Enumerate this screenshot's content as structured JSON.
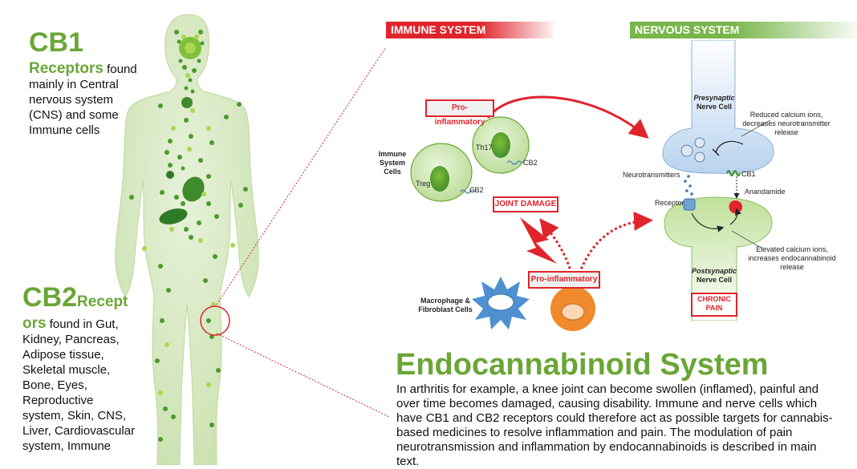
{
  "cb1": {
    "title": "CB1",
    "lead": "Receptors",
    "text": " found mainly in Central nervous system (CNS) and some Immune cells"
  },
  "cb2": {
    "title": "CB2",
    "title_suffix": "Recept",
    "lead": "ors",
    "text": " found in Gut, Kidney, Pancreas, Adipose tissue, Skeletal muscle, Bone, Eyes, Reproductive system, Skin, CNS, Liver, Cardiovascular system, Immune"
  },
  "banners": {
    "immune": "IMMUNE SYSTEM",
    "nervous": "NERVOUS SYSTEM"
  },
  "immune": {
    "pro_inflammatory_top": "Pro-inflammatory",
    "th17": "Th17",
    "cb2_top": "CB2",
    "immune_cells": "Immune System Cells",
    "treg": "Treg",
    "cb2_bottom": "CB2",
    "joint_damage": "JOINT DAMAGE",
    "pro_inflammatory_bottom": "Pro-inflammatory",
    "macrophage": "Macrophage & Fibroblast Cells"
  },
  "nervous": {
    "presynaptic_italic": "Presynaptic",
    "presynaptic": "Nerve Cell",
    "reduced_calcium": "Reduced calcium ions, decreases neurotransmitter release",
    "neurotransmitters": "Neurotransmitters",
    "cb1": "CB1",
    "anandamide": "Anandamide",
    "receptor": "Receptor",
    "elevated_calcium": "Elevated calcium ions, increases endocannabinoid release",
    "postsynaptic_italic": "Postsynaptic",
    "postsynaptic": "Nerve Cell",
    "chronic_pain": "CHRONIC PAIN"
  },
  "ecs": {
    "title": "Endocannabinoid System",
    "body": "In arthritis for example, a knee joint can become swollen (inflamed), painful and over time becomes damaged, causing disability. Immune and nerve cells which have CB1 and CB2 receptors could therefore act as possible targets for cannabis-based medicines to resolve inflammation and pain. The modulation of pain neurotransmission and inflammation by endocannabinoids is described in main text."
  },
  "colors": {
    "red": "#e0242b",
    "green": "#6aa636",
    "body_green": "#d4e8bd",
    "blue": "#c7daf0",
    "orange": "#f08a2c"
  }
}
